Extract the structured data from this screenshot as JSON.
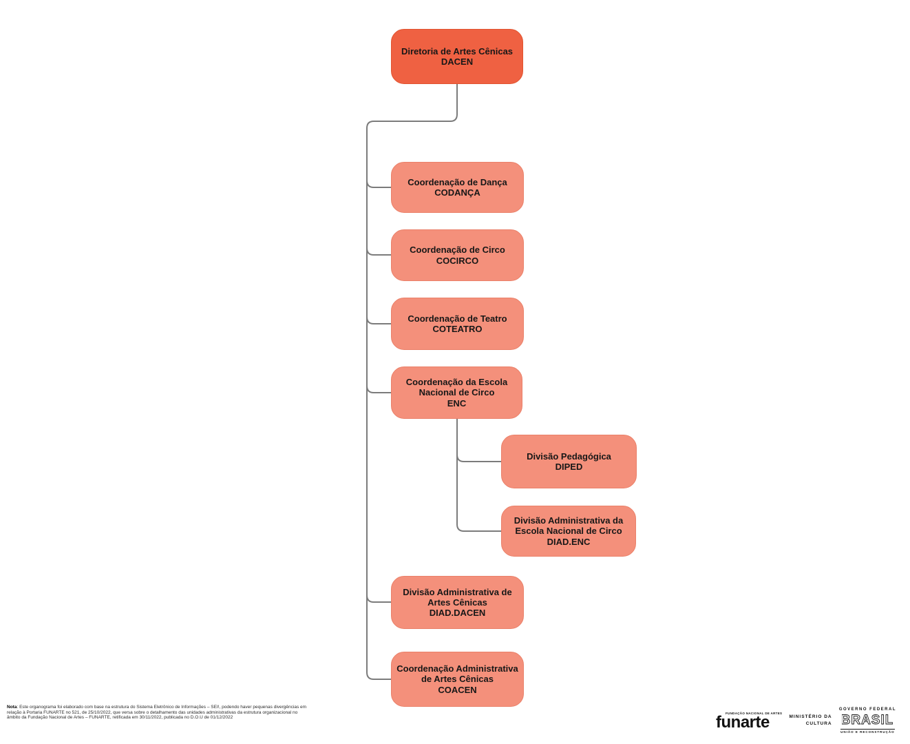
{
  "diagram": {
    "nodes": {
      "dacen": {
        "title": "Diretoria de Artes Cênicas",
        "acronym": "DACEN"
      },
      "codanca": {
        "title": "Coordenação de Dança",
        "acronym": "CODANÇA"
      },
      "cocirco": {
        "title": "Coordenação de Circo",
        "acronym": "COCIRCO"
      },
      "coteatro": {
        "title": "Coordenação de Teatro",
        "acronym": "COTEATRO"
      },
      "enc": {
        "title": "Coordenação da Escola Nacional de Circo",
        "acronym": "ENC"
      },
      "diped": {
        "title": "Divisão Pedagógica",
        "acronym": "DIPED"
      },
      "diad_enc": {
        "title": "Divisão Administrativa da Escola Nacional de Circo",
        "acronym": "DIAD.ENC"
      },
      "diad_dacen": {
        "title": "Divisão Administrativa de Artes Cênicas",
        "acronym": "DIAD.DACEN"
      },
      "coacen": {
        "title": "Coordenação Administrativa de Artes Cênicas",
        "acronym": "COACEN"
      }
    },
    "colors": {
      "root_fill": "#EF6142",
      "child_fill": "#F4907B",
      "connector": "#7B7B7B",
      "text": "#171717"
    }
  },
  "note": {
    "label": "Nota",
    "lines": [
      ": Este organograma foi elaborado com base na estrutura do Sistema Eletrônico de Informações – SEI!, podendo haver pequenas divergências em",
      "relação à Portaria FUNARTE no 521, de 25/10/2022, que versa sobre o detalhamento das unidades administrativas da estrutura organizacional no",
      "âmbito da Fundação Nacional de Artes – FUNARTE, retificada em 30/11/2022, publicada no D.O.U de 01/12/2022"
    ]
  },
  "footer": {
    "funarte_small": "FUNDAÇÃO NACIONAL DE ARTES",
    "funarte_big": "funarte",
    "ministerio_line1": "MINISTÉRIO DA",
    "ministerio_line2": "CULTURA",
    "governo_federal": "GOVERNO FEDERAL",
    "brasil": "BRASIL",
    "uniao": "UNIÃO E RECONSTRUÇÃO"
  }
}
